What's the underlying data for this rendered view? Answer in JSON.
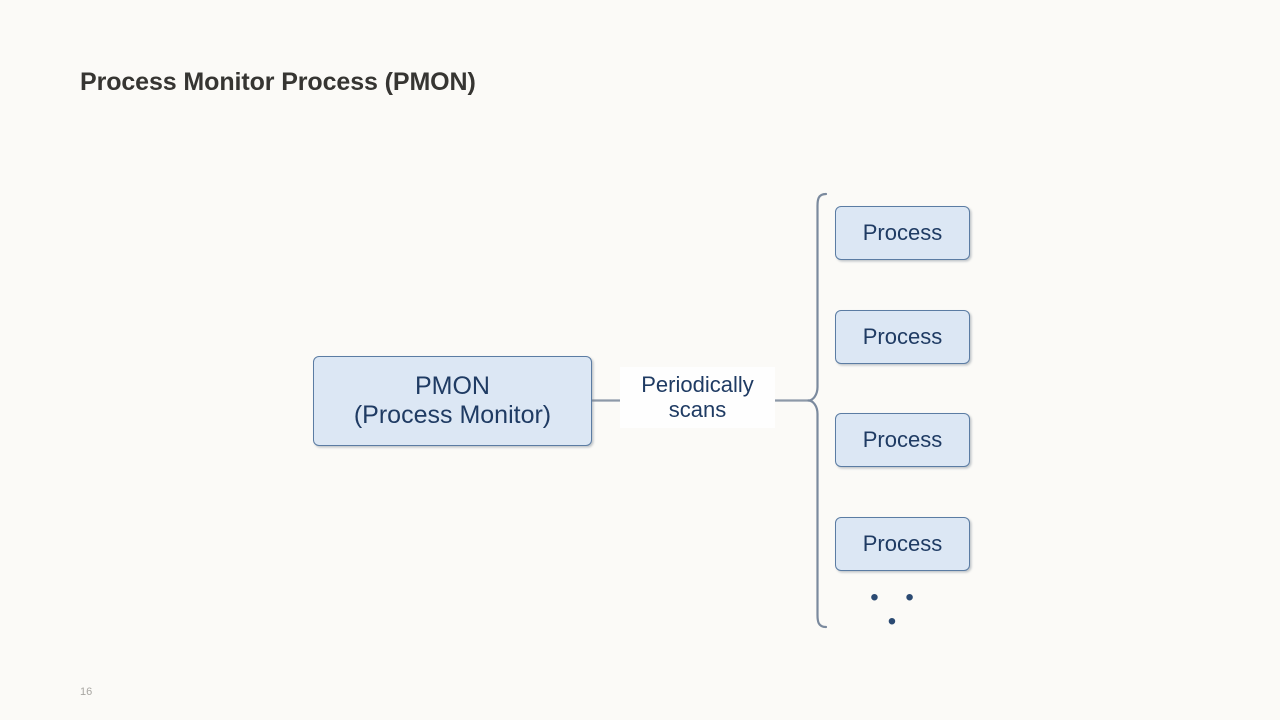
{
  "slide": {
    "title": "Process Monitor Process (PMON)",
    "page_number": "16",
    "background_color": "#fbfaf7",
    "title_color": "#363532"
  },
  "diagram": {
    "type": "block-diagram",
    "node_fill_color": "#dce7f4",
    "node_border_color": "#5b7ca3",
    "node_text_color": "#1f3b63",
    "connector_color": "#7b8a9e",
    "source_node": {
      "id": "pmon",
      "label": "PMON\n(Process Monitor)",
      "line1": "PMON",
      "line2": "(Process Monitor)"
    },
    "edge_label": {
      "id": "periodically-scans",
      "label": "Periodically\nscans",
      "line1": "Periodically",
      "line2": "scans"
    },
    "target_nodes": [
      {
        "id": "process-1",
        "label": "Process"
      },
      {
        "id": "process-2",
        "label": "Process"
      },
      {
        "id": "process-3",
        "label": "Process"
      },
      {
        "id": "process-4",
        "label": "Process"
      }
    ],
    "ellipsis": "• • •",
    "grouping_bracket": "curly-brace-right"
  }
}
